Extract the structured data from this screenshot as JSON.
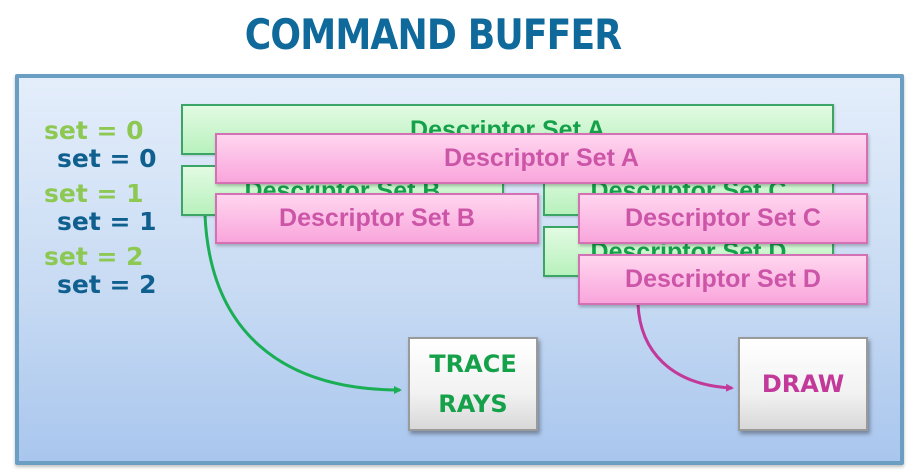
{
  "title": "COMMAND BUFFER",
  "colors": {
    "title": "#0f6a9b",
    "label_old": "#8dc853",
    "label_new": "#0f5f8f",
    "green_box_text": "#15a14a",
    "pink_box_text": "#cc55a8",
    "green_arrow": "#1aae55",
    "pink_arrow": "#c2399a"
  },
  "set_labels": {
    "green": [
      "set = 0",
      "set = 1",
      "set = 2"
    ],
    "blue": [
      "set = 0",
      "set = 1",
      "set = 2"
    ]
  },
  "green_sets": {
    "a": "Descriptor Set A",
    "b": "Descriptor Set B",
    "c": "Descriptor Set C",
    "d": "Descriptor Set D"
  },
  "pink_sets": {
    "a": "Descriptor Set A",
    "b": "Descriptor Set B",
    "c": "Descriptor Set C",
    "d": "Descriptor Set D"
  },
  "commands": {
    "trace_rays_line1": "TRACE",
    "trace_rays_line2": "RAYS",
    "draw": "DRAW"
  }
}
